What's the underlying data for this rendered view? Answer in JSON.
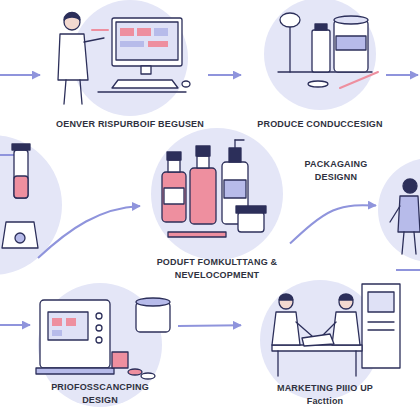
{
  "diagram": {
    "nodes": [
      {
        "text": [
          "OENVER RISPURBOIF BEGUSEN"
        ]
      },
      {
        "text": [
          "PRODUCE CONDUCCESIGN"
        ]
      },
      {
        "text": [
          "PODUFT FOMKULTTANG & NEVELOCOPMENT"
        ]
      },
      {
        "text": [
          "PACKAGAING DESIGNN"
        ]
      },
      {
        "text": [
          "PRIOFOSSCANCPING DESIGN"
        ]
      },
      {
        "text": [
          "MARKETING PIIIO UP Facttion"
        ]
      }
    ],
    "edges": [
      {
        "from": 0,
        "to": 1,
        "arrow": "to"
      },
      {
        "from": 2,
        "to": 3,
        "arrow": "to"
      },
      {
        "from": 4,
        "to": 5,
        "arrow": "to"
      }
    ]
  }
}
